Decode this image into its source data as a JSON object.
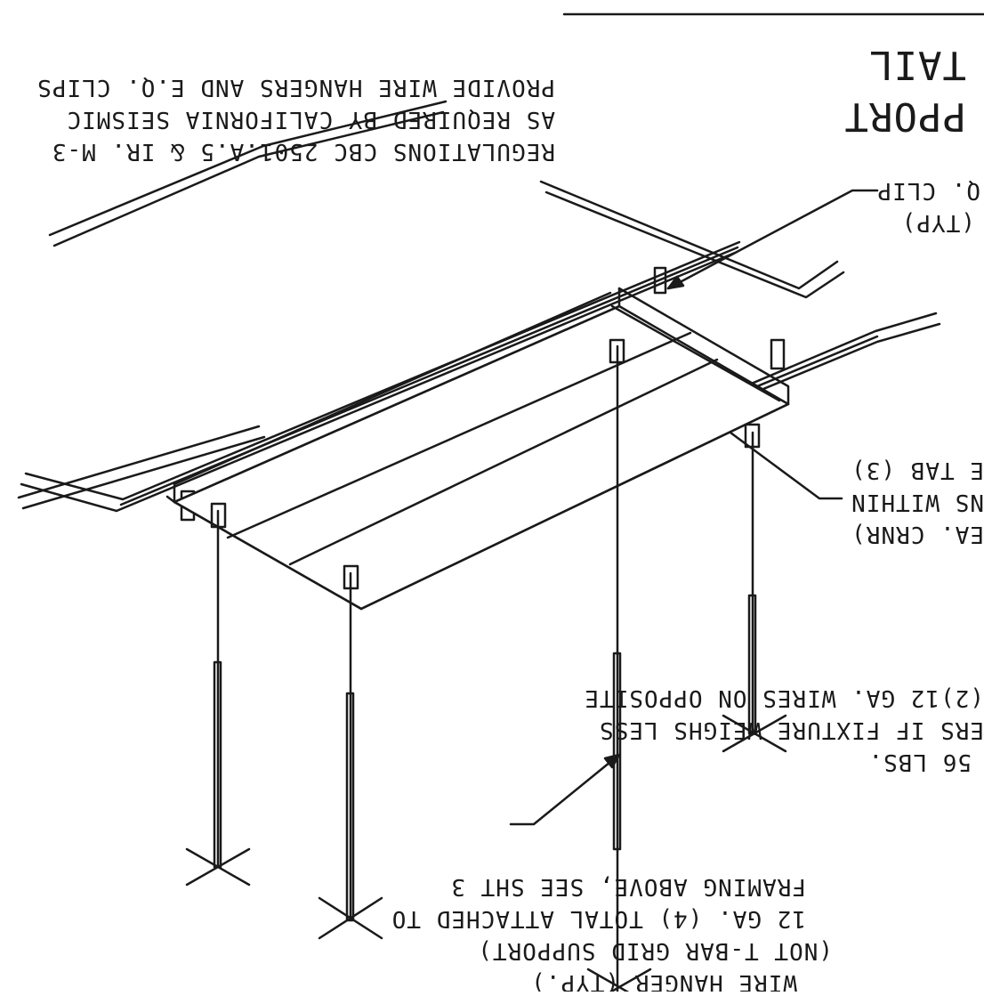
{
  "diagram": {
    "title_fragments": [
      "TAIL",
      "PPORT"
    ],
    "notes": {
      "top": [
        "PROVIDE WIRE HANGERS AND E.Q. CLIPS",
        "AS REQUIRED BY CALIFORNIA SEISMIC",
        "REGULATIONS CBC 2501.A.5 & IR. M-3"
      ],
      "eq_clip": [
        "Q. CLIP",
        "(TYP)"
      ],
      "tab": [
        "E TAB (3)",
        "NS WITHIN",
        "EA. CRNR)"
      ],
      "weigh": [
        "(2)12 GA. WIRES ON OPPOSITE",
        "ERS IF FIXTURE WEIGHS LESS",
        "56 LBS."
      ],
      "hanger": [
        "WIRE HANGER (TYP.)",
        "(NOT T-BAR GRID SUPPORT)",
        "12 GA. (4) TOTAL ATTACHED TO",
        "FRAMING ABOVE, SEE SHT 3"
      ]
    },
    "colors": {
      "ink": "#1a1a1a",
      "paper": "#ffffff"
    }
  }
}
